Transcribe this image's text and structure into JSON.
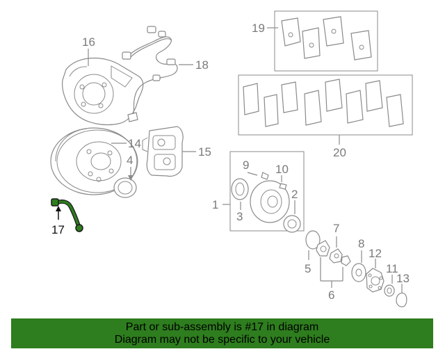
{
  "callouts": {
    "c1": "1",
    "c2": "2",
    "c3": "3",
    "c4": "4",
    "c5": "5",
    "c6": "6",
    "c7": "7",
    "c8": "8",
    "c9": "9",
    "c10": "10",
    "c11": "11",
    "c12": "12",
    "c13": "13",
    "c14": "14",
    "c15": "15",
    "c16": "16",
    "c17": "17",
    "c18": "18",
    "c19": "19",
    "c20": "20"
  },
  "highlight": {
    "part_number": "17",
    "color": "#2e7d1e"
  },
  "banner": {
    "line1": "Part or sub-assembly is #17 in diagram",
    "line2": "Diagram may not be specific to your vehicle",
    "background": "#2e7d1e"
  }
}
